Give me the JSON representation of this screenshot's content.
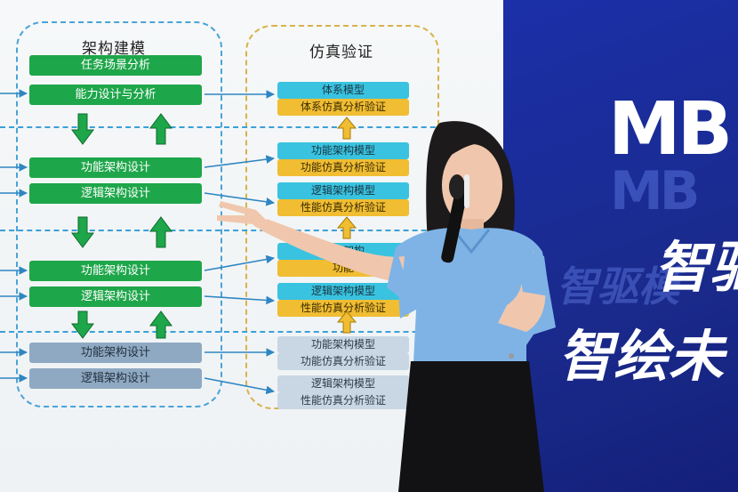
{
  "slide": {
    "left_panel_title": "架构建模",
    "right_panel_title": "仿真验证",
    "left_boxes": [
      "任务场景分析",
      "能力设计与分析",
      "功能架构设计",
      "逻辑架构设计",
      "功能架构设计",
      "逻辑架构设计",
      "功能架构设计",
      "逻辑架构设计"
    ],
    "right_boxes": [
      {
        "top": "体系模型",
        "bottom": "体系仿真分析验证"
      },
      {
        "top": "功能架构模型",
        "bottom": "功能仿真分析验证"
      },
      {
        "top": "逻辑架构模型",
        "bottom": "性能仿真分析验证"
      },
      {
        "top": "功能架构",
        "bottom": "功能"
      },
      {
        "top": "逻辑架构模型",
        "bottom": "性能仿真分析验证"
      },
      {
        "top": "功能架构模型",
        "bottom": "功能仿真分析验证"
      },
      {
        "top": "逻辑架构模型",
        "bottom": "性能仿真分析验证"
      }
    ]
  },
  "backdrop": {
    "logo_text": "MB",
    "line1": "智驱",
    "line1_ghost": "智驱模",
    "line2": "智绘未"
  },
  "colors": {
    "green": "#1ea64a",
    "cyan": "#39c3e0",
    "gold": "#f0bd33",
    "backdrop_blue": "#1b2fa8"
  }
}
